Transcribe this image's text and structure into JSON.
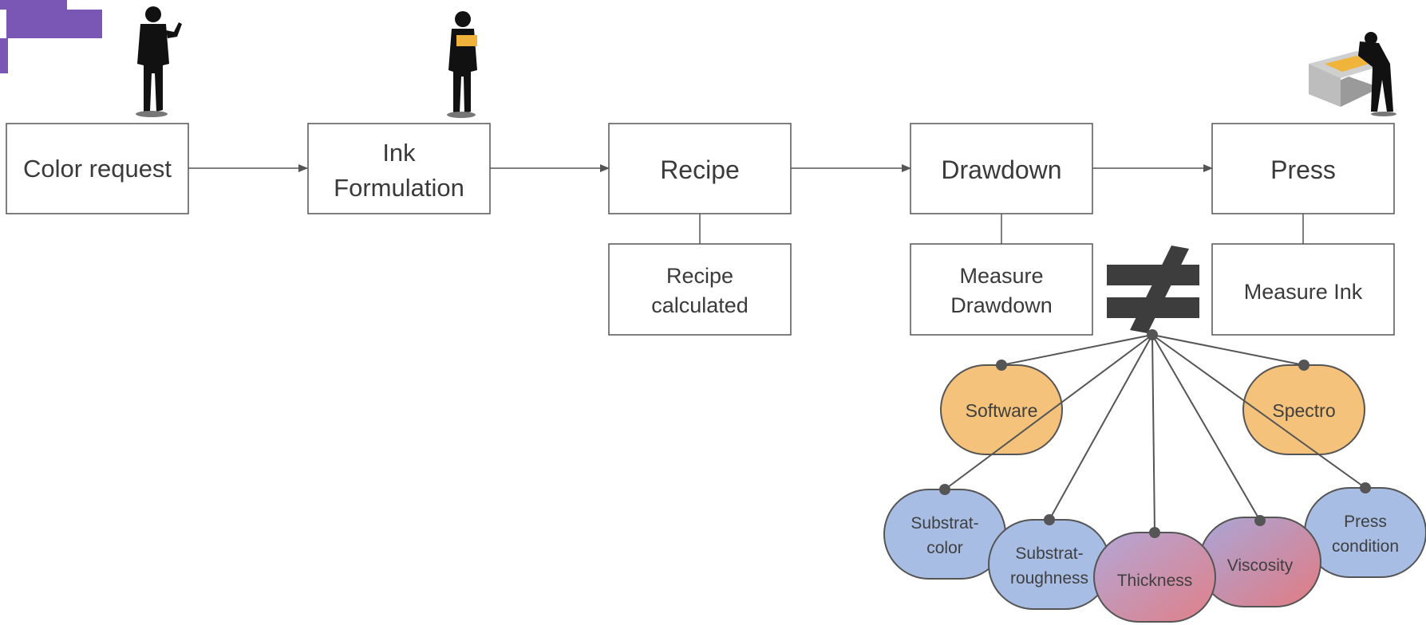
{
  "flow": {
    "color_request": "Color request",
    "ink_formulation_line1": "Ink",
    "ink_formulation_line2": "Formulation",
    "recipe": "Recipe",
    "drawdown": "Drawdown",
    "press": "Press"
  },
  "sub": {
    "recipe_calc_line1": "Recipe",
    "recipe_calc_line2": "calculated",
    "measure_drawdown_line1": "Measure",
    "measure_drawdown_line2": "Drawdown",
    "measure_ink": "Measure Ink"
  },
  "factors": {
    "software": "Software",
    "spectro": "Spectro",
    "substrat_color_line1": "Substrat-",
    "substrat_color_line2": "color",
    "substrat_roughness_line1": "Substrat-",
    "substrat_roughness_line2": "roughness",
    "thickness": "Thickness",
    "viscosity": "Viscosity",
    "press_condition_line1": "Press",
    "press_condition_line2": "condition"
  },
  "colors": {
    "accent_purple": "#7b57b5",
    "box_border": "#555555",
    "orange_fill": "#f4c27a",
    "blue_fill": "#a8bde4",
    "pink_fill": "#d98b95",
    "not_equal": "#3d3d3d"
  },
  "icons": [
    "presenter-silhouette-icon",
    "person-holding-sample-icon",
    "press-operator-icon",
    "not-equal-icon"
  ]
}
